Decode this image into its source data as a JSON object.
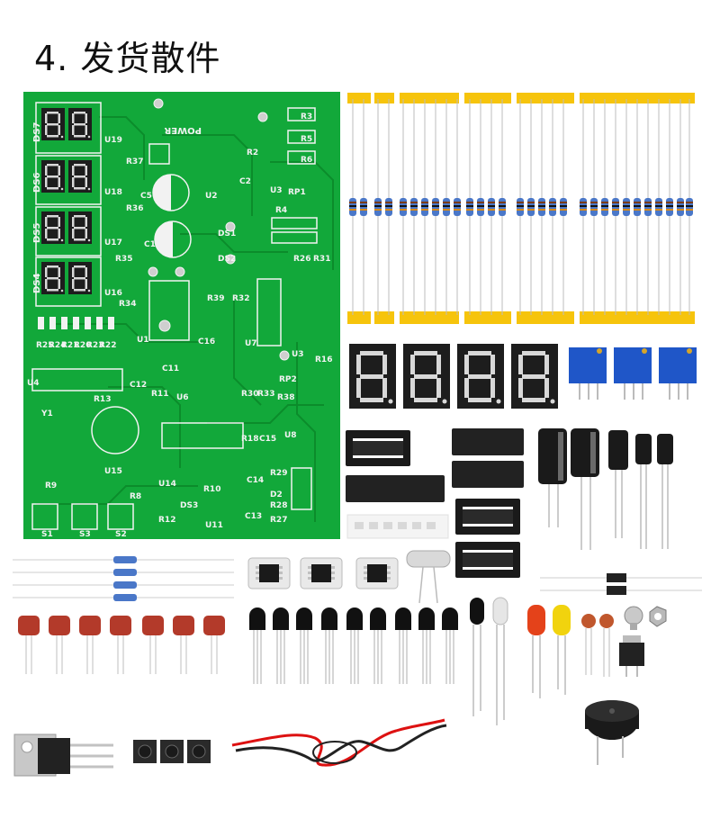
{
  "heading": "4. 发货散件",
  "board": {
    "power_label": "POWER",
    "display_labels": [
      "DS7",
      "DS6",
      "DS5",
      "DS4"
    ],
    "ref_labels": [
      "R3",
      "R5",
      "R2",
      "RP1",
      "R4",
      "R6",
      "DS1",
      "DS2",
      "C1",
      "C5",
      "C2",
      "U2",
      "U3",
      "R26",
      "R31",
      "R39",
      "R32",
      "U1",
      "C16",
      "U7",
      "U3",
      "R16",
      "U4",
      "R11",
      "C11",
      "C12",
      "R13",
      "Y1",
      "U6",
      "R30",
      "R33",
      "R38",
      "RP2",
      "R18",
      "C15",
      "U8",
      "R9",
      "R8",
      "R10",
      "C14",
      "D2",
      "S1",
      "S3",
      "S2",
      "R12",
      "DS3",
      "U11",
      "R29",
      "R28",
      "R27",
      "C13",
      "U15",
      "U14",
      "R25",
      "R24",
      "R21",
      "R20",
      "R23",
      "R22",
      "R35",
      "R36",
      "R37",
      "U19",
      "U18",
      "U17",
      "U16",
      "R34"
    ]
  },
  "colors": {
    "pcb": "#12a83a",
    "pcb_trace": "#0d8a2c",
    "silk": "#f2f2f2",
    "tape": "#f6c40c",
    "segment": "#d8d8d8",
    "pot": "#1f56c8",
    "capacitor": "#b33a2a",
    "led_red": "#e4421a",
    "led_yellow": "#f1d30e"
  }
}
